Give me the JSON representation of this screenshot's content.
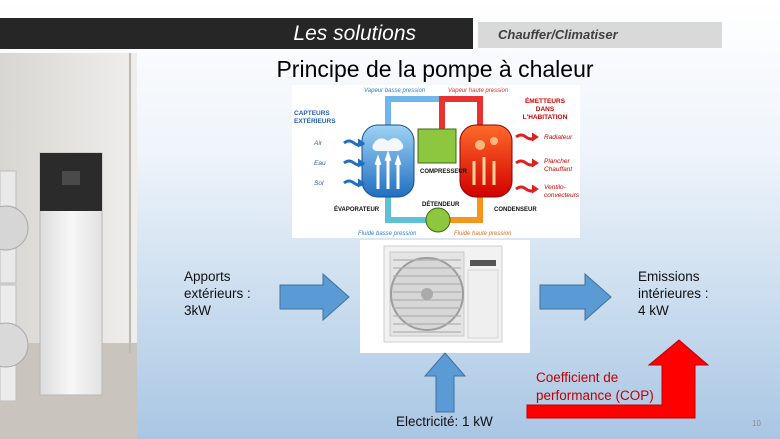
{
  "header": {
    "title": "Les solutions",
    "subtitle": "Chauffer/Climatiser"
  },
  "slide_title": "Principe de la pompe à chaleur",
  "schematic": {
    "top_left": "Vapeur basse pression",
    "top_right": "Vapeur haute pression",
    "left_heading": [
      "CAPTEURS",
      "EXTÉRIEURS"
    ],
    "left_items": [
      "Air",
      "Eau",
      "Sol"
    ],
    "right_heading": [
      "ÉMETTEURS",
      "DANS",
      "L'HABITATION"
    ],
    "right_items": [
      "Radiateur",
      "Plancher",
      "Chauffant",
      "Ventilo-",
      "convecteurs"
    ],
    "compressor": "COMPRESSEUR",
    "evaporator": "ÉVAPORATEUR",
    "expander": "DÉTENDEUR",
    "condenser": "CONDENSEUR",
    "bottom_left": "Fluide basse pression",
    "bottom_right": "Fluide haute pression"
  },
  "inputs": {
    "line1": "Apports",
    "line2": "extérieurs :",
    "line3": "3kW"
  },
  "outputs": {
    "line1": "Emissions",
    "line2": "intérieures :",
    "line3": "4 kW"
  },
  "electricity": "Electricité: 1 kW",
  "cop": {
    "line1": "Coefficient de",
    "line2": "performance (COP)"
  },
  "page_number": "10",
  "colors": {
    "title_bar": "#262626",
    "subtitle_bar": "#d9d9d9",
    "arrow_blue": "#5b9bd5",
    "cop_red": "#ff0000",
    "cop_text": "#c00000"
  }
}
